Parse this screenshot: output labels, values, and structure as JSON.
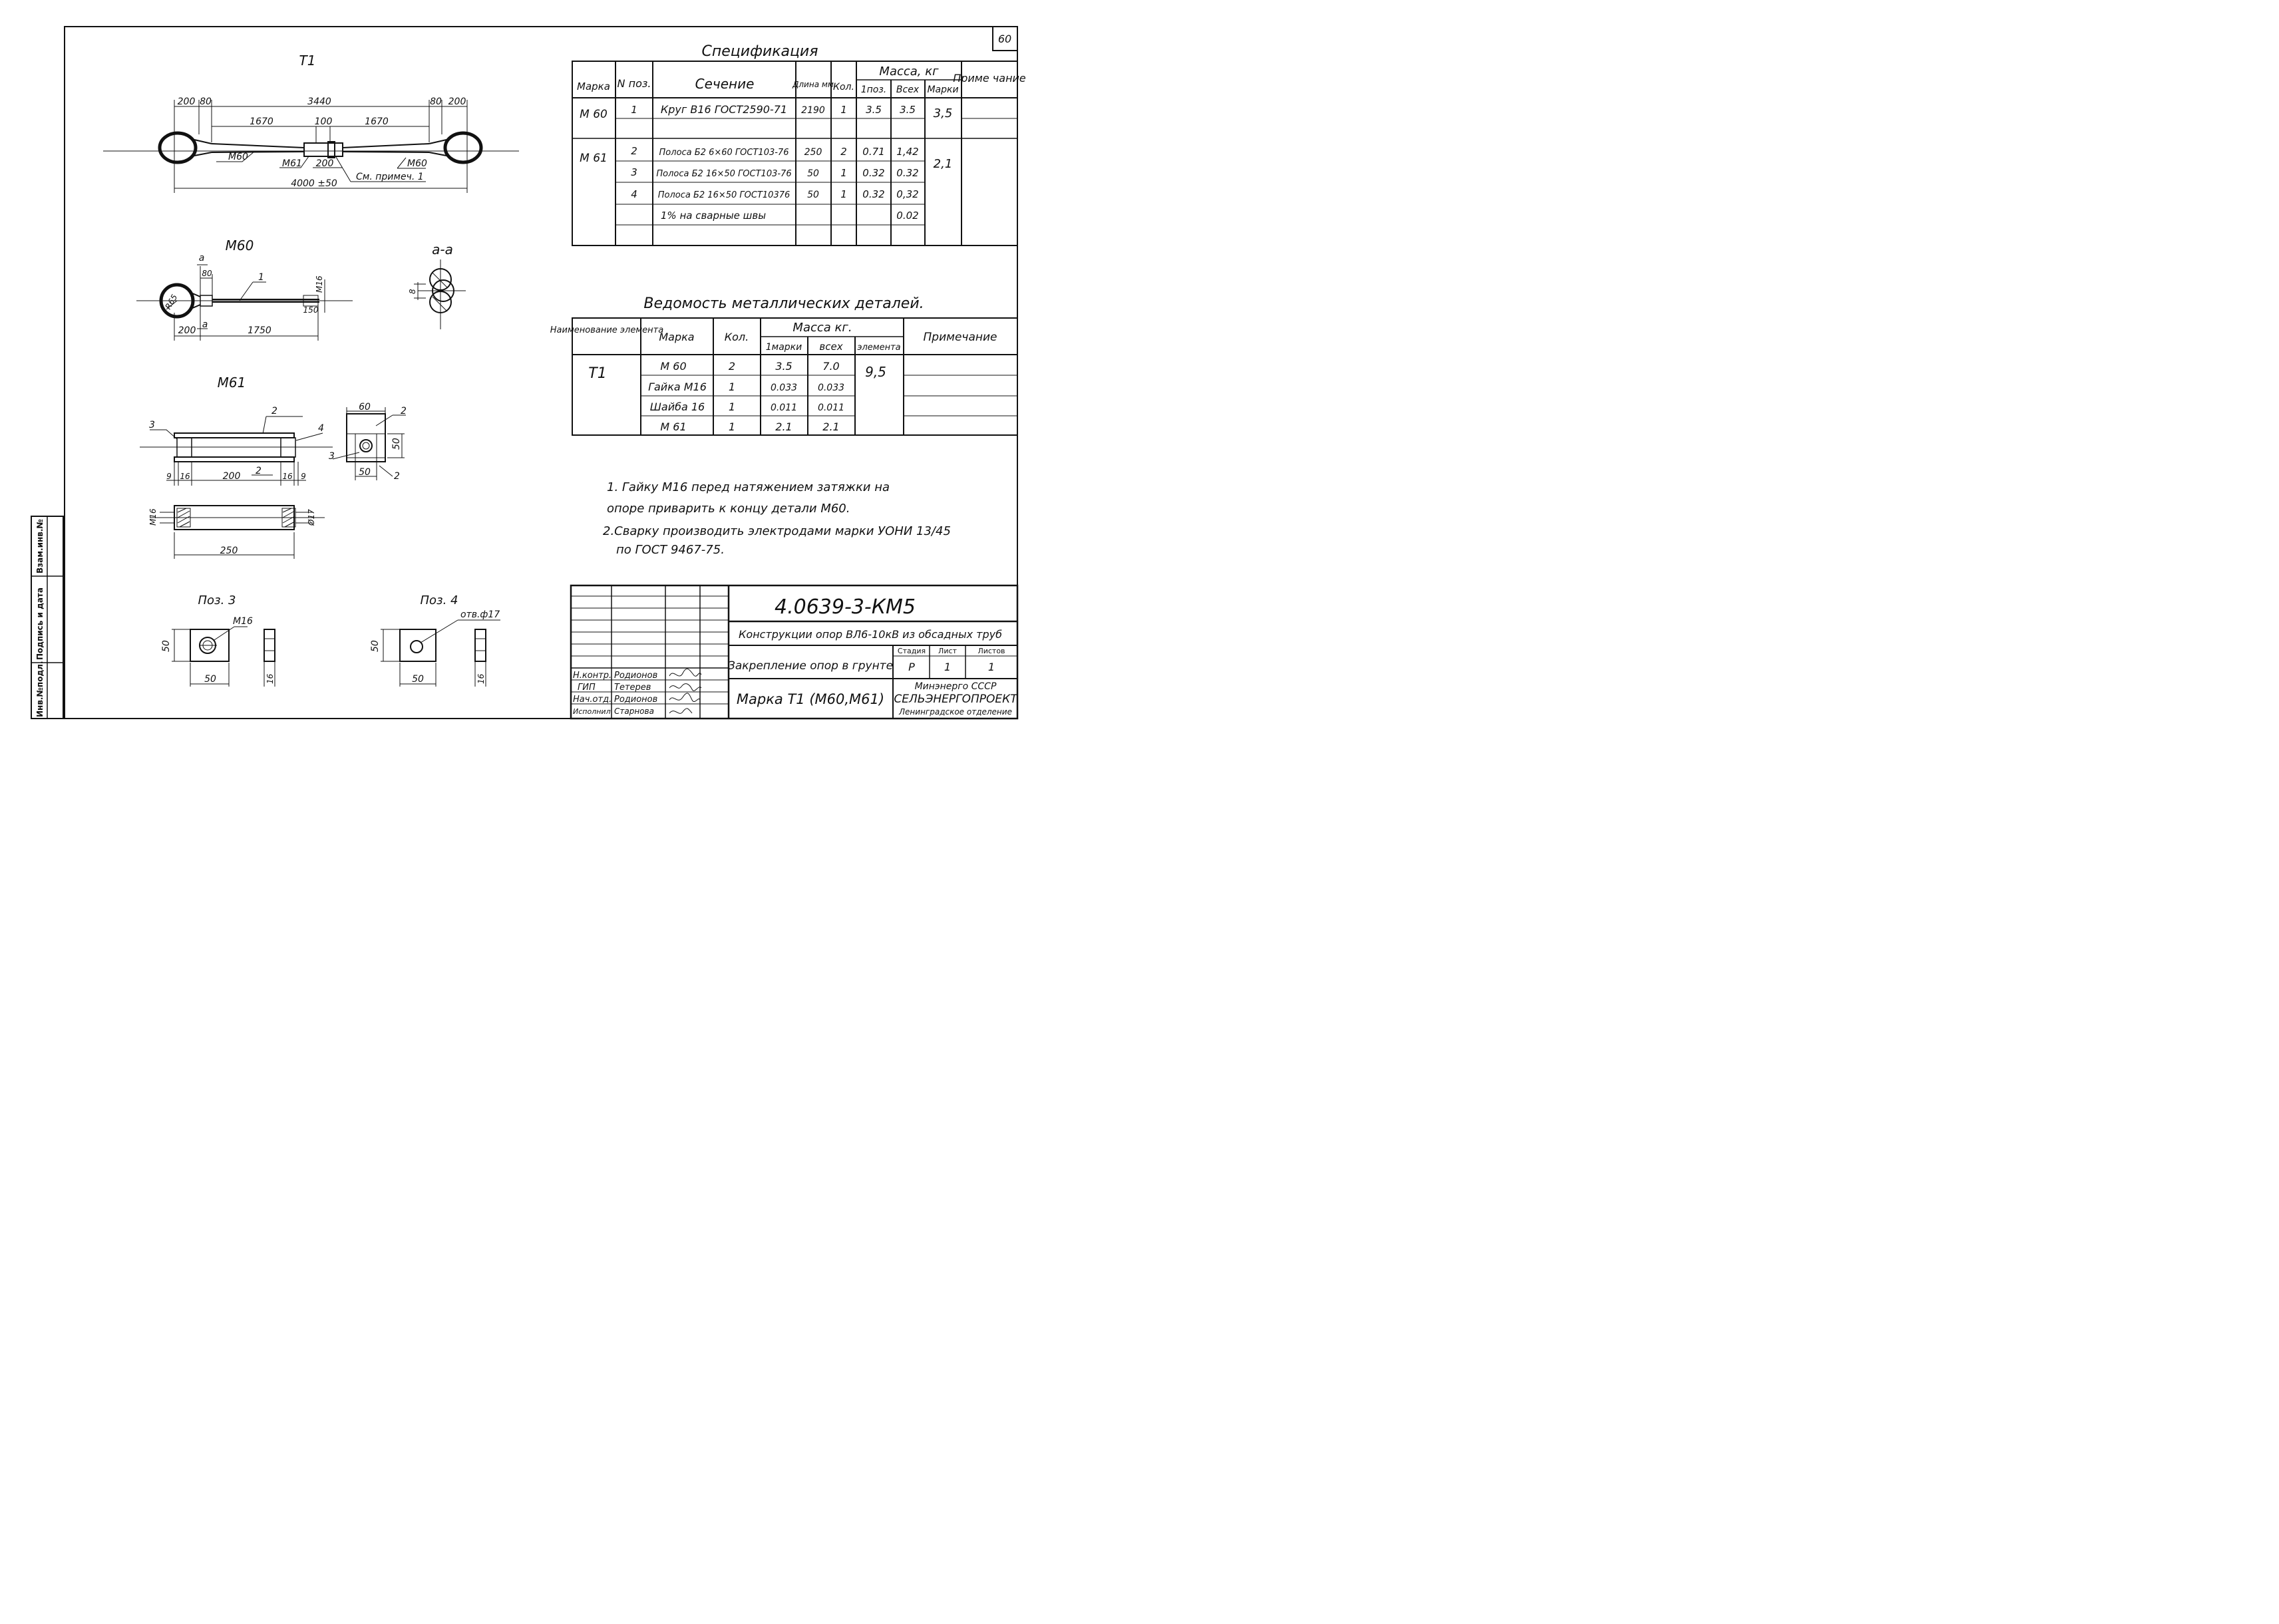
{
  "sheet_no": "60",
  "t1": {
    "title": "Т1",
    "dims": {
      "d200a": "200",
      "d80a": "80",
      "d3440": "3440",
      "d80b": "80",
      "d200b": "200",
      "d1670a": "1670",
      "d100": "100",
      "d1670b": "1670",
      "d200c": "200",
      "d4000": "4000 ±50"
    },
    "labels": {
      "m60a": "М60",
      "m61": "М61",
      "m60b": "М60",
      "note": "См. примеч. 1"
    }
  },
  "m60": {
    "title": "М60",
    "labels": {
      "a1": "а",
      "a2": "а",
      "d80": "80",
      "r65": "R65",
      "pos1": "1",
      "m16": "М16",
      "d150": "150",
      "d200": "200",
      "d1750": "1750"
    }
  },
  "aa": {
    "title": "а-а",
    "d8": "8"
  },
  "m61": {
    "title": "М61",
    "labels": {
      "p3": "3",
      "p2": "2",
      "p4": "4",
      "p2b": "2",
      "d9a": "9",
      "d16a": "16",
      "d200": "200",
      "d16b": "16",
      "d9b": "9",
      "m16": "М16",
      "d17": "Ø17",
      "d250": "250"
    },
    "side": {
      "d60": "60",
      "p2": "2",
      "p3": "3",
      "d50w": "50",
      "d50h": "50",
      "p2b": "2"
    }
  },
  "poz3": {
    "title": "Поз. 3",
    "m16": "М16",
    "d50w": "50",
    "d50h": "50",
    "d16": "16"
  },
  "poz4": {
    "title": "Поз. 4",
    "hole": "отв.ф17",
    "d50w": "50",
    "d50h": "50",
    "d16": "16"
  },
  "spec": {
    "title": "Спецификация",
    "headers": {
      "marka": "Марка",
      "npos": "N поз.",
      "sech": "Сечение",
      "dlina": "Длина мм",
      "kol": "Кол.",
      "massa": "Масса, кг",
      "m1": "1поз.",
      "mall": "Всех",
      "mmarki": "Марки",
      "prim": "Приме чание"
    },
    "rows": [
      {
        "marka": "М 60",
        "pos": "1",
        "sech": "Круг В16 ГОСТ2590-71",
        "dl": "2190",
        "kol": "1",
        "m1": "3.5",
        "mall": "3.5",
        "mmarki": "3,5"
      },
      {
        "marka": "М 61",
        "pos": "2",
        "sech": "Полоса Б2 6×60 ГОСТ103-76",
        "dl": "250",
        "kol": "2",
        "m1": "0.71",
        "mall": "1,42",
        "mmarki": "2,1"
      },
      {
        "marka": "",
        "pos": "3",
        "sech": "Полоса Б2 16×50 ГОСТ103-76",
        "dl": "50",
        "kol": "1",
        "m1": "0.32",
        "mall": "0.32",
        "mmarki": ""
      },
      {
        "marka": "",
        "pos": "4",
        "sech": "Полоса Б2 16×50 ГОСТ10376",
        "dl": "50",
        "kol": "1",
        "m1": "0.32",
        "mall": "0,32",
        "mmarki": ""
      },
      {
        "marka": "",
        "pos": "",
        "sech": "1% на сварные швы",
        "dl": "",
        "kol": "",
        "m1": "",
        "mall": "0.02",
        "mmarki": ""
      }
    ]
  },
  "vedom": {
    "title": "Ведомость металлических деталей.",
    "headers": {
      "naim": "Наименование элемента",
      "marka": "Марка",
      "kol": "Кол.",
      "massa": "Масса кг.",
      "m1": "1марки",
      "mall": "всех",
      "mel": "элемента",
      "prim": "Примечание"
    },
    "element": "Т1",
    "mass_element": "9,5",
    "rows": [
      {
        "marka": "М 60",
        "kol": "2",
        "m1": "3.5",
        "mall": "7.0"
      },
      {
        "marka": "Гайка М16",
        "kol": "1",
        "m1": "0.033",
        "mall": "0.033"
      },
      {
        "marka": "Шайба 16",
        "kol": "1",
        "m1": "0.011",
        "mall": "0.011"
      },
      {
        "marka": "М 61",
        "kol": "1",
        "m1": "2.1",
        "mall": "2.1"
      }
    ]
  },
  "notes": [
    "1. Гайку М16 перед натяжением затяжки на",
    "опоре приварить к концу детали М60.",
    "2.Сварку производить электродами марки УОНИ 13/45",
    "по ГОСТ 9467-75."
  ],
  "stamp": {
    "code": "4.0639-3-КМ5",
    "project": "Конструкции опор ВЛ6-10кВ из обсадных труб",
    "sheet_title": "Закрепление опор в грунте",
    "drawing_title": "Марка Т1 (М60,М61)",
    "stadia_label": "Стадия",
    "list_label": "Лист",
    "listov_label": "Листов",
    "stadia": "Р",
    "list": "1",
    "listov": "1",
    "org1": "Минэнерго СССР",
    "org2": "СЕЛЬЭНЕРГОПРОЕКТ",
    "org3": "Ленинградское отделение",
    "people": [
      {
        "role": "Н.контр.",
        "name": "Родионов"
      },
      {
        "role": "ГИП",
        "name": "Тетерев"
      },
      {
        "role": "Нач.отд.",
        "name": "Родионов"
      },
      {
        "role": "Исполнил",
        "name": "Старнова"
      }
    ]
  },
  "side_strip": [
    "Инв.№подл.",
    "Подпись и дата",
    "Взам.инв.№"
  ]
}
